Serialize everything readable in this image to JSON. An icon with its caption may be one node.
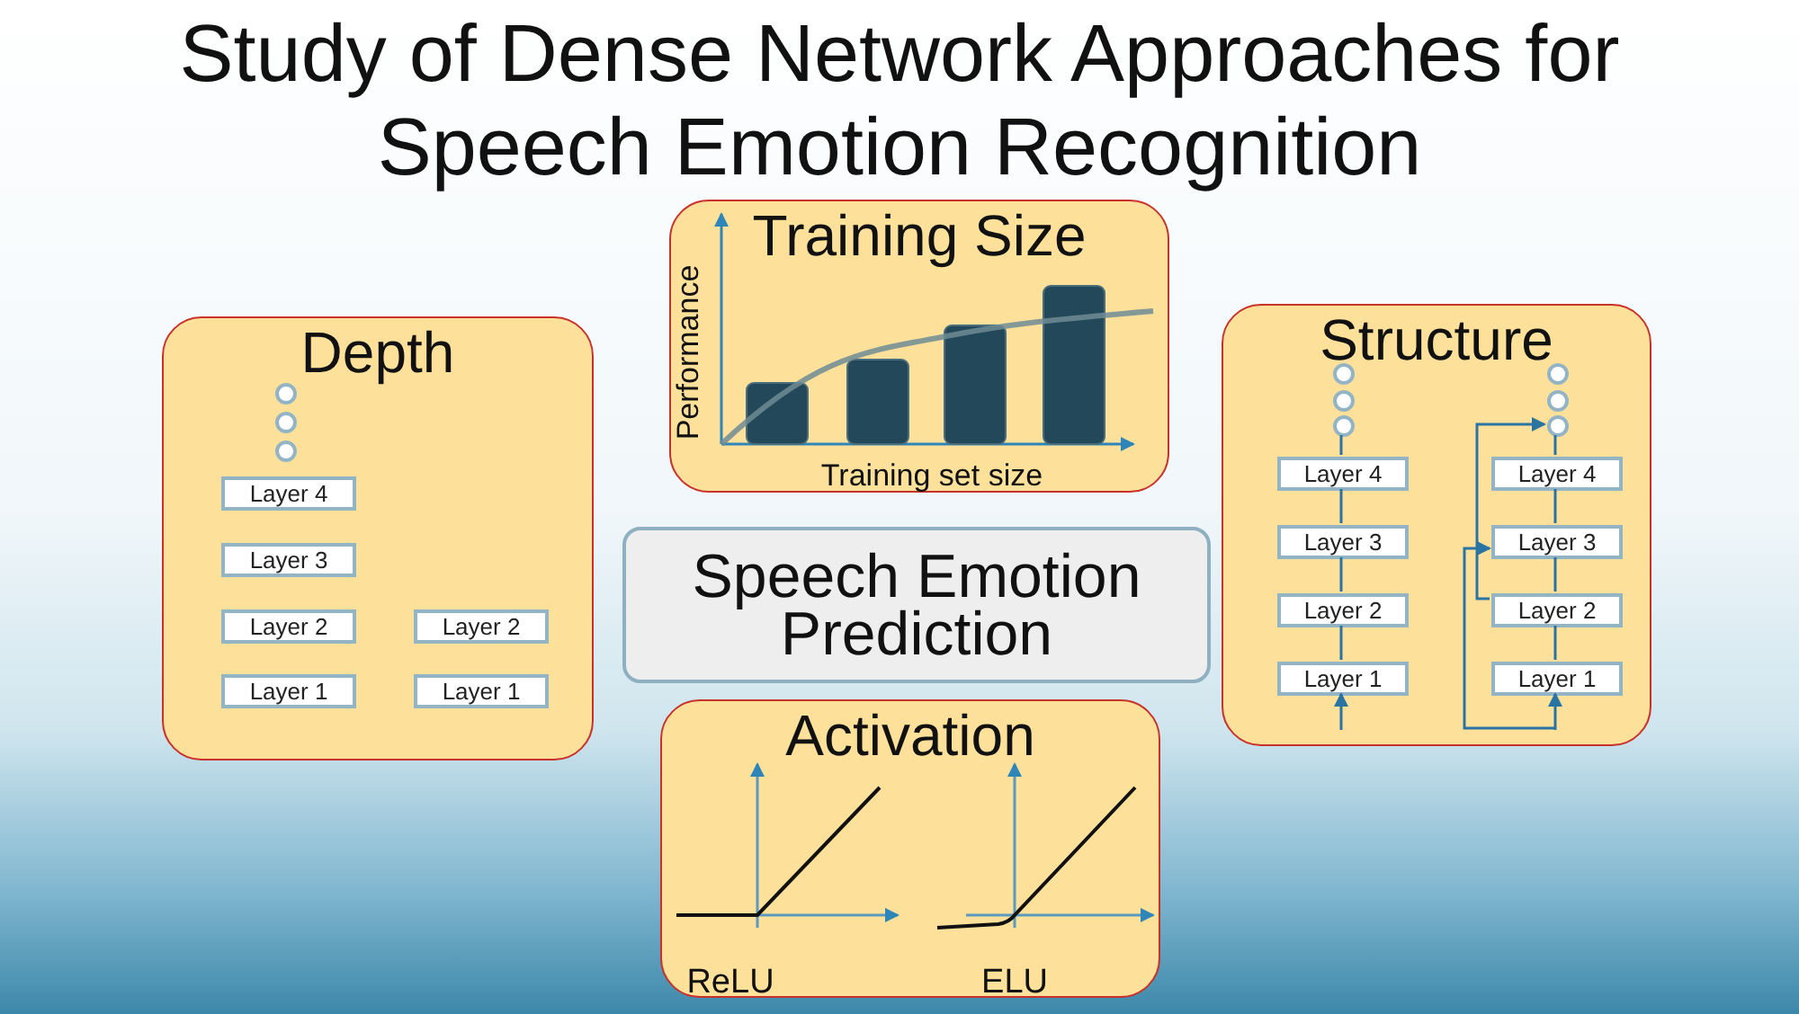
{
  "diagram": {
    "title": "Study of Dense Network Approaches for Speech Emotion Recognition",
    "nodes": [
      {
        "text": [
          "Depth"
        ]
      },
      {
        "text": [],
        "shape": "circle",
        "in": 0
      },
      {
        "text": [],
        "shape": "circle",
        "in": 0
      },
      {
        "text": [],
        "shape": "circle",
        "in": 0
      },
      {
        "text": [
          "Layer 4"
        ],
        "in": 0
      },
      {
        "text": [
          "Layer 3"
        ],
        "in": 0
      },
      {
        "text": [
          "Layer 2"
        ],
        "in": 0
      },
      {
        "text": [
          "Layer 2"
        ],
        "in": 0
      },
      {
        "text": [
          "Layer 1"
        ],
        "in": 0
      },
      {
        "text": [
          "Layer 1"
        ],
        "in": 0
      },
      {
        "text": [
          "Training Size"
        ]
      },
      {
        "text": [
          "Structure"
        ]
      },
      {
        "text": [],
        "shape": "circle",
        "in": 11
      },
      {
        "text": [],
        "shape": "circle",
        "in": 11
      },
      {
        "text": [],
        "shape": "circle",
        "in": 11
      },
      {
        "text": [
          "Layer 4"
        ],
        "in": 11
      },
      {
        "text": [
          "Layer 3"
        ],
        "in": 11
      },
      {
        "text": [
          "Layer 2"
        ],
        "in": 11
      },
      {
        "text": [
          "Layer 1"
        ],
        "in": 11
      },
      {
        "text": [],
        "shape": "circle",
        "in": 11
      },
      {
        "text": [],
        "shape": "circle",
        "in": 11
      },
      {
        "text": [],
        "shape": "circle",
        "in": 11
      },
      {
        "text": [
          "Layer 4"
        ],
        "in": 11
      },
      {
        "text": [
          "Layer 3"
        ],
        "in": 11
      },
      {
        "text": [
          "Layer 2"
        ],
        "in": 11
      },
      {
        "text": [
          "Layer 1"
        ],
        "in": 11
      },
      {
        "text": [
          "Speech Emotion Prediction"
        ]
      },
      {
        "text": [
          "Activation"
        ]
      }
    ],
    "edges": [
      {
        "from": null,
        "to": 18,
        "arrow": "to"
      },
      {
        "from": 18,
        "to": 17,
        "arrow": "none"
      },
      {
        "from": 17,
        "to": 16,
        "arrow": "none"
      },
      {
        "from": 16,
        "to": 15,
        "arrow": "none"
      },
      {
        "from": 15,
        "to": 14,
        "arrow": "none"
      },
      {
        "from": null,
        "to": 25,
        "arrow": "to"
      },
      {
        "from": 25,
        "to": 24,
        "arrow": "none"
      },
      {
        "from": 24,
        "to": 23,
        "arrow": "none"
      },
      {
        "from": 23,
        "to": 22,
        "arrow": "none"
      },
      {
        "from": 22,
        "to": 21,
        "arrow": "none"
      },
      {
        "from": null,
        "to": 23,
        "arrow": "to"
      },
      {
        "from": 24,
        "to": 21,
        "arrow": "to"
      }
    ],
    "labels": [
      "Performance",
      "Training set size",
      "ReLU",
      "ELU"
    ]
  }
}
